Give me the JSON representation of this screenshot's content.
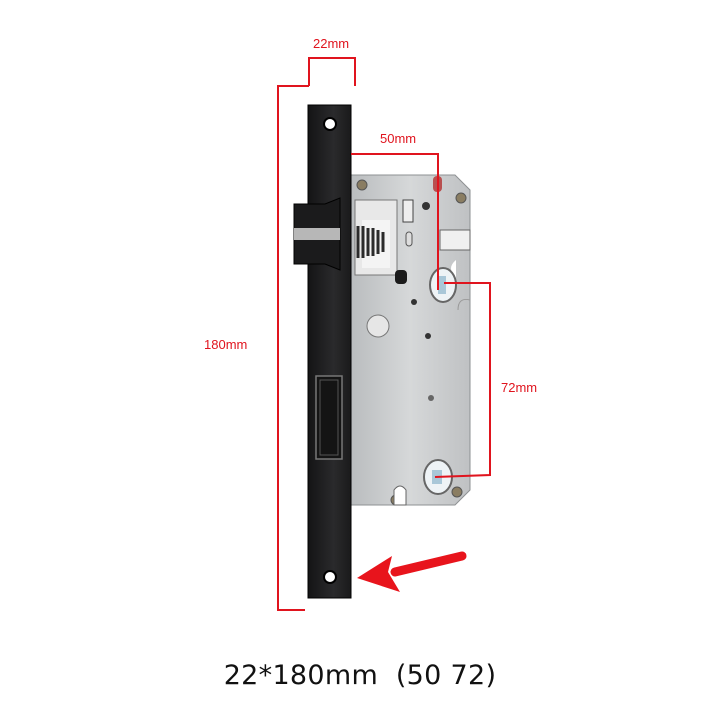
{
  "product": {
    "name": "mortise lock body",
    "colors": {
      "faceplate": "#1e1e1f",
      "case": "#c9cbcc",
      "annotation": "#e0141e",
      "caption": "#111111"
    }
  },
  "annotations": {
    "faceplate_width": "22mm",
    "height": "180mm",
    "backset": "50mm",
    "center_distance": "72mm"
  },
  "caption": "22*180mm  (50 72)"
}
